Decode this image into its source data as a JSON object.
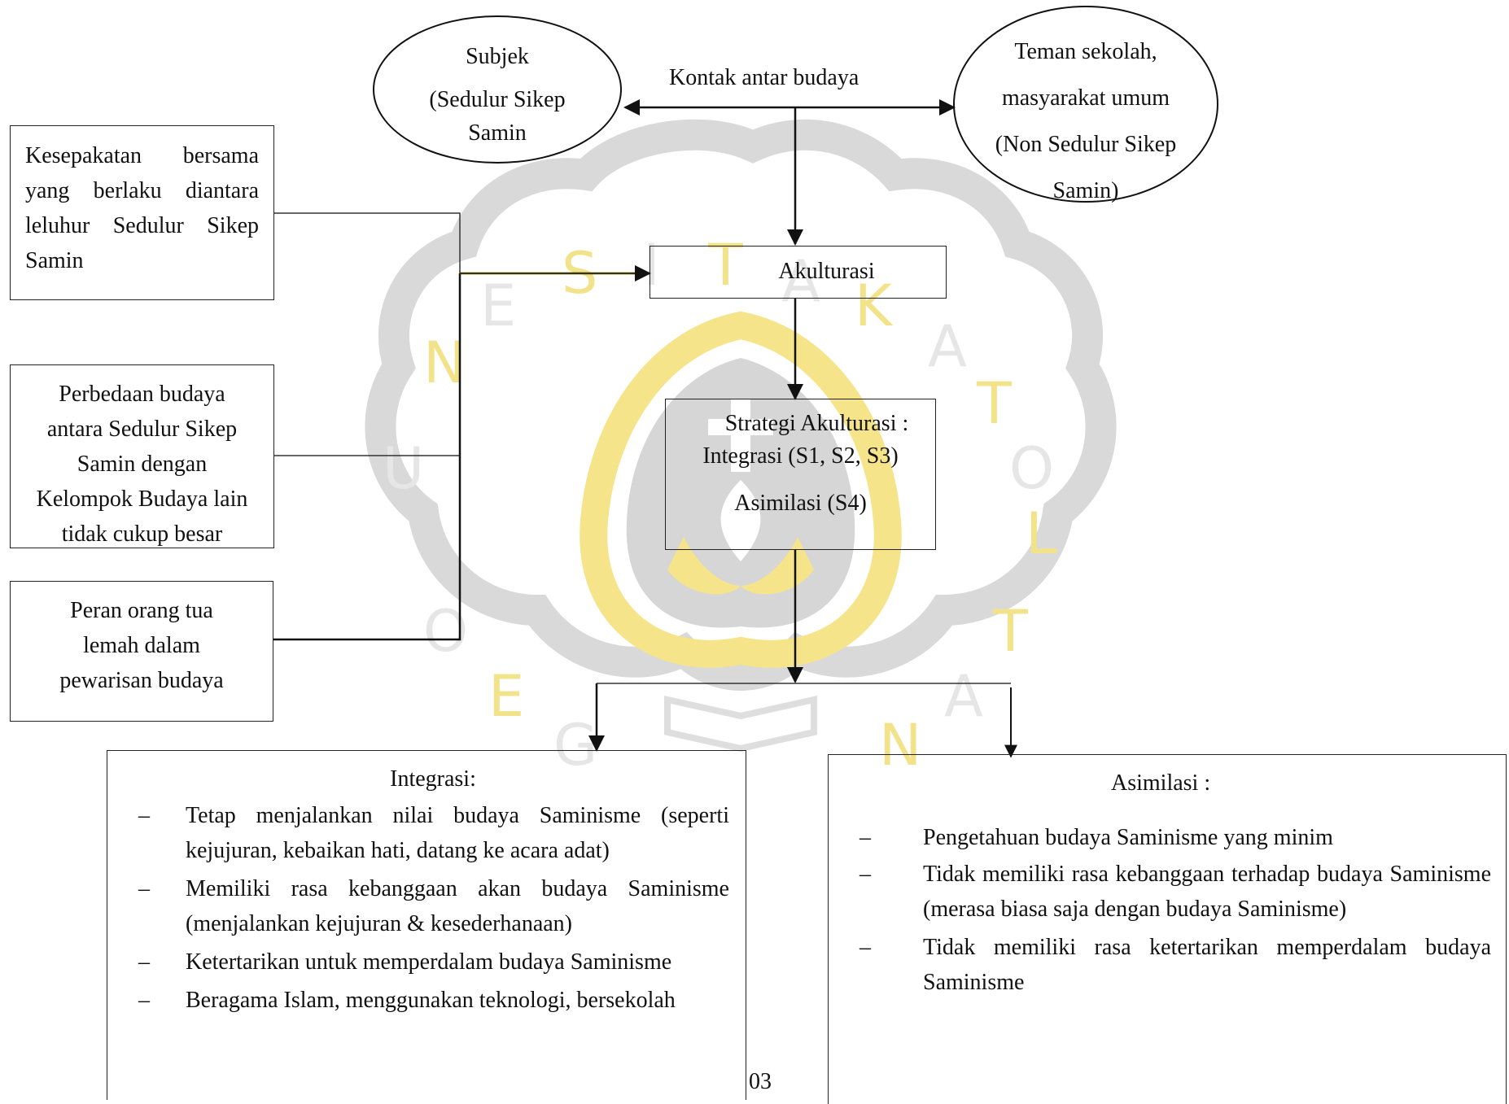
{
  "ellipses": {
    "left": {
      "line1": "Subjek",
      "line2": "(Sedulur Sikep",
      "line3": "Samin"
    },
    "right": {
      "line1": "Teman sekolah,",
      "line2": "masyarakat umum",
      "line3": "(Non Sedulur Sikep",
      "line4": "Samin)"
    }
  },
  "contact_label": "Kontak antar budaya",
  "akulturasi": "Akulturasi",
  "factors": {
    "f1": "Kesepakatan bersama yang berlaku diantara leluhur Sedulur Sikep Samin",
    "f2": {
      "l1": "Perbedaan budaya",
      "l2": "antara Sedulur Sikep",
      "l3": "Samin dengan",
      "l4": "Kelompok Budaya lain",
      "l5": "tidak cukup besar"
    },
    "f3": {
      "l1": "Peran orang tua",
      "l2": "lemah dalam",
      "l3": "pewarisan budaya"
    }
  },
  "strategy": {
    "line1": "Strategi Akulturasi :",
    "line2": "Integrasi (S1, S2, S3)",
    "line3": "Asimilasi (S4)"
  },
  "integrasi": {
    "title": "Integrasi:",
    "items": [
      "Tetap menjalankan nilai budaya Saminisme (seperti kejujuran, kebaikan hati, datang ke acara adat)",
      "Memiliki rasa kebanggaan akan budaya Saminisme (menjalankan kejujuran & kesederhanaan)",
      "Ketertarikan untuk memperdalam budaya Saminisme",
      "Beragama Islam, menggunakan teknologi, bersekolah"
    ]
  },
  "asimilasi": {
    "title": "Asimilasi :",
    "items": [
      "Pengetahuan budaya Saminisme yang minim",
      "Tidak memiliki rasa kebanggaan terhadap budaya Saminisme (merasa biasa saja dengan budaya Saminisme)",
      "Tidak memiliki rasa ketertarikan memperdalam budaya Saminisme"
    ]
  },
  "page_number": "03",
  "watermark": {
    "text": "UNIVERSITAS KATOLIK SOEGIJAPRANATA",
    "colors": {
      "gold": "#f3e27a",
      "gray": "#d2d2d2"
    }
  }
}
